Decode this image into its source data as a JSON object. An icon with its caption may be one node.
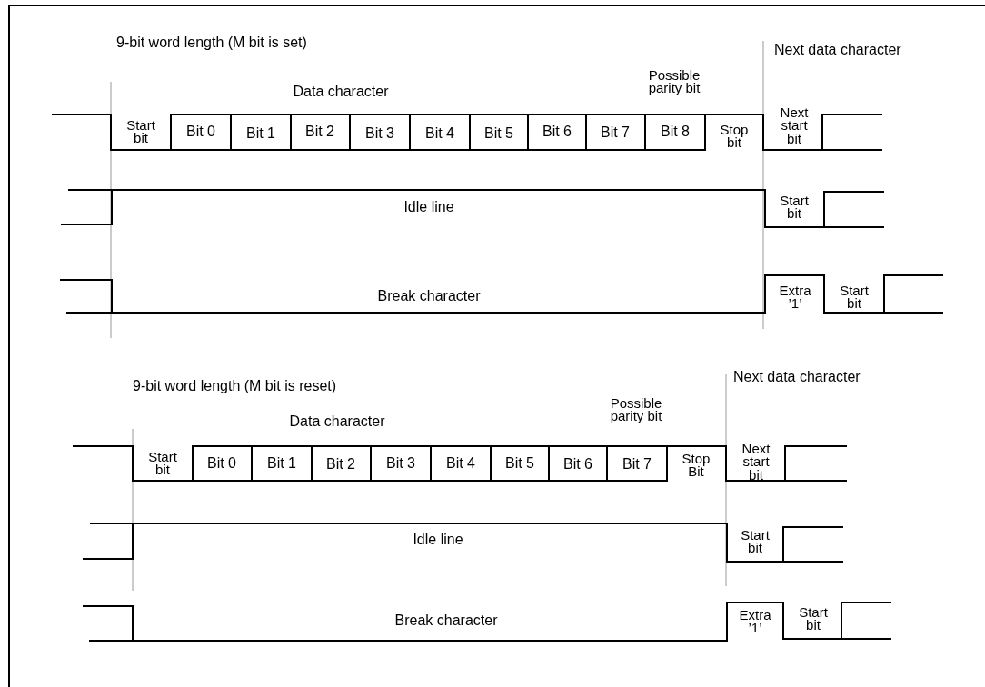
{
  "diagram": {
    "labels": [
      "9-bit word length (M bit is set)",
      "Next data character",
      "Possible parity bit",
      "Data character",
      "Next start bit",
      "Start bit",
      "Bit 0",
      "Bit 1",
      "Bit 2",
      "Bit 3",
      "Bit 4",
      "Bit 5",
      "Bit 6",
      "Bit 7",
      "Bit 8",
      "Stop bit",
      "Idle line",
      "Start bit",
      "Break character",
      "Extra ’1’",
      "Start bit",
      "9-bit word length (M bit is reset)",
      "Next data character",
      "Possible parity bit",
      "Data character",
      "Next start bit",
      "Start bit",
      "Bit 0",
      "Bit 1",
      "Bit 2",
      "Bit 3",
      "Bit 4",
      "Bit 5",
      "Bit 6",
      "Bit 7",
      "Stop Bit",
      "Idle line",
      "Start bit",
      "Break character",
      "Extra ’1’",
      "Start bit"
    ]
  }
}
